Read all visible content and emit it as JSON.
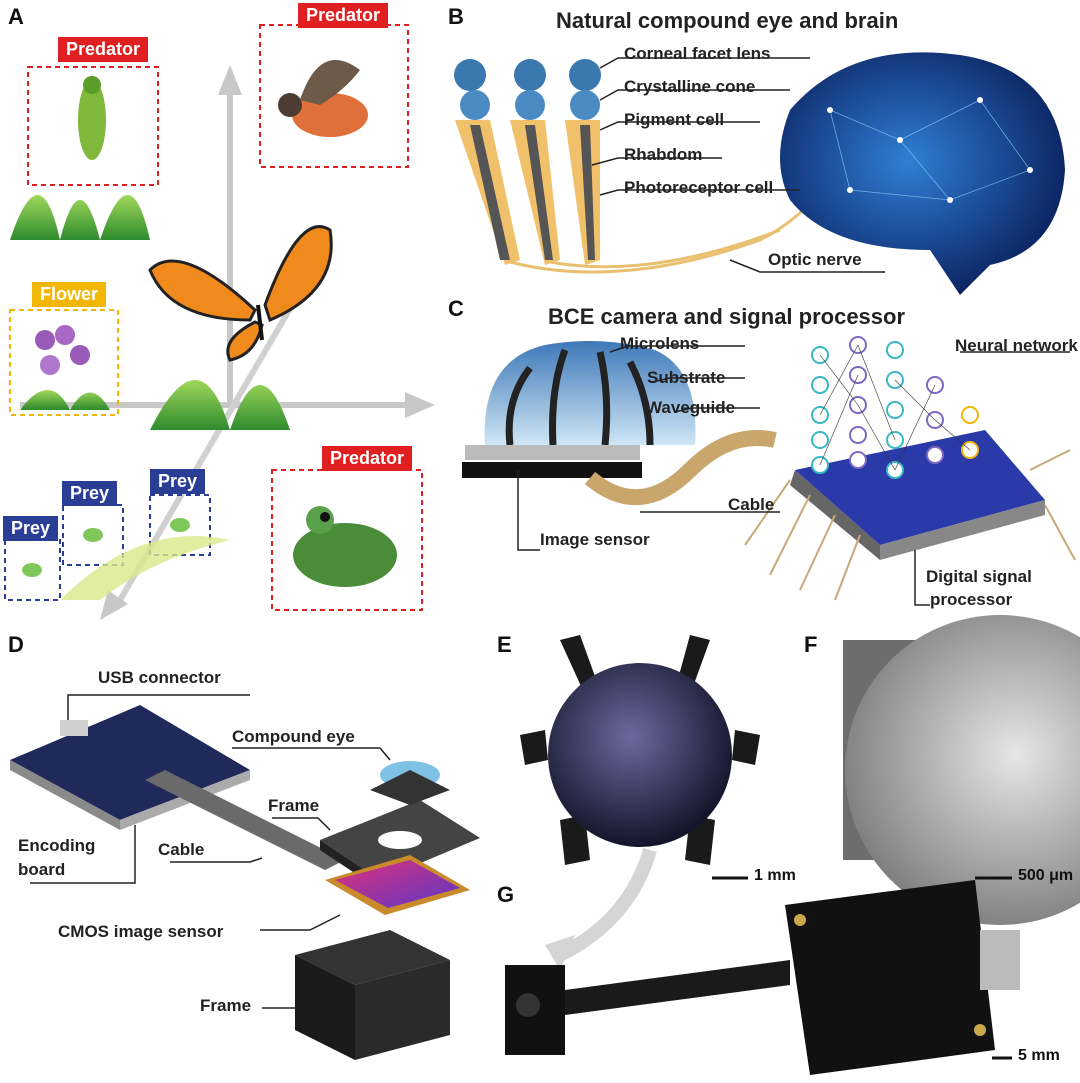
{
  "panels": {
    "A": {
      "letter": "A",
      "tags": {
        "predator_mantis": "Predator",
        "predator_bird": "Predator",
        "flower": "Flower",
        "prey1": "Prey",
        "prey2": "Prey",
        "prey3": "Prey",
        "predator_frog": "Predator"
      }
    },
    "B": {
      "letter": "B",
      "title": "Natural compound eye and brain",
      "labels": [
        "Corneal facet lens",
        "Crystalline cone",
        "Pigment cell",
        "Rhabdom",
        "Photoreceptor cell",
        "Optic nerve"
      ]
    },
    "C": {
      "letter": "C",
      "title": "BCE camera and signal processor",
      "labels": [
        "Microlens",
        "Substrate",
        "Waveguide",
        "Cable",
        "Image sensor",
        "Neural network"
      ],
      "dsp_line1": "Digital signal",
      "dsp_line2": "processor"
    },
    "D": {
      "letter": "D",
      "labels": {
        "usb": "USB connector",
        "compound_eye": "Compound eye",
        "frame_top": "Frame",
        "encoding1": "Encoding",
        "encoding2": "board",
        "cable": "Cable",
        "cmos": "CMOS image sensor",
        "frame_bottom": "Frame"
      }
    },
    "E": {
      "letter": "E",
      "scale": "1 mm"
    },
    "F": {
      "letter": "F",
      "scale": "500 μm"
    },
    "G": {
      "letter": "G",
      "scale": "5 mm"
    }
  },
  "colors": {
    "predator": "#e02020",
    "flower": "#f2b705",
    "prey": "#2a3e95",
    "leader_line": "#222222"
  }
}
